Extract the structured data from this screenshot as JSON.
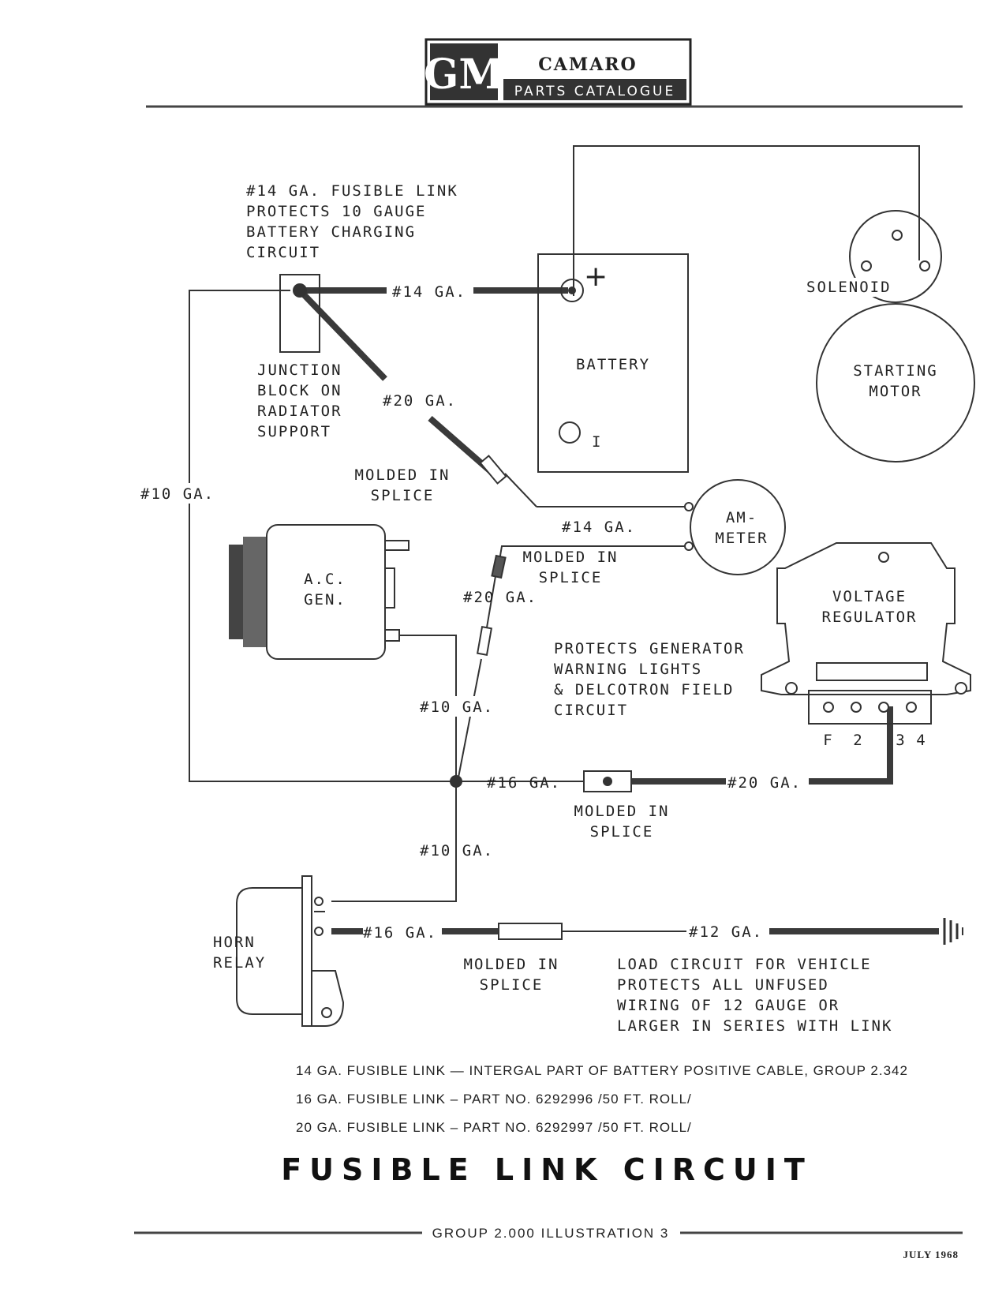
{
  "header": {
    "logo_text": "GM",
    "brand": "CAMARO",
    "subtitle": "PARTS CATALOGUE"
  },
  "components": {
    "junction_block": [
      "JUNCTION",
      "BLOCK ON",
      "RADIATOR",
      "SUPPORT"
    ],
    "battery": "BATTERY",
    "battery_pos": "+",
    "battery_neg": "I",
    "solenoid": "SOLENOID",
    "starting_motor": [
      "STARTING",
      "MOTOR"
    ],
    "ammeter": [
      "AM-",
      "METER"
    ],
    "ac_gen": [
      "A.C.",
      "GEN."
    ],
    "voltage_regulator": [
      "VOLTAGE",
      "REGULATOR"
    ],
    "regulator_terminals": [
      "F",
      "2",
      "3",
      "4"
    ],
    "horn_relay": [
      "HORN",
      "RELAY"
    ]
  },
  "annotations": {
    "fusible_link_note": [
      "#14 GA. FUSIBLE LINK",
      "PROTECTS 10 GAUGE",
      "BATTERY CHARGING",
      "CIRCUIT"
    ],
    "generator_note": [
      "PROTECTS GENERATOR",
      "WARNING LIGHTS",
      "& DELCOTRON FIELD",
      "CIRCUIT"
    ],
    "load_note": [
      "LOAD CIRCUIT FOR VEHICLE",
      "PROTECTS ALL UNFUSED",
      "WIRING OF 12 GAUGE OR",
      "LARGER IN SERIES WITH LINK"
    ],
    "molded_splice": [
      "MOLDED IN",
      "SPLICE"
    ]
  },
  "gauges": {
    "g14_battery": "#14 GA.",
    "g20_junction": "#20 GA.",
    "g10_left": "#10 GA.",
    "g14_ammeter": "#14 GA.",
    "g20_mid": "#20 GA.",
    "g10_mid": "#10 GA.",
    "g16_node": "#16 GA.",
    "g20_regulator": "#20 GA.",
    "g10_lower": "#10 GA.",
    "g16_horn": "#16 GA.",
    "g12_load": "#12 GA."
  },
  "legend": [
    "14 GA. FUSIBLE LINK — INTERGAL PART OF BATTERY POSITIVE CABLE, GROUP 2.342",
    "16 GA. FUSIBLE LINK – PART NO. 6292996 /50 FT. ROLL/",
    "20 GA. FUSIBLE LINK – PART NO. 6292997 /50 FT. ROLL/"
  ],
  "title": "FUSIBLE LINK CIRCUIT",
  "footer": {
    "group": "GROUP 2.000 ILLUSTRATION 3",
    "date": "JULY 1968"
  }
}
